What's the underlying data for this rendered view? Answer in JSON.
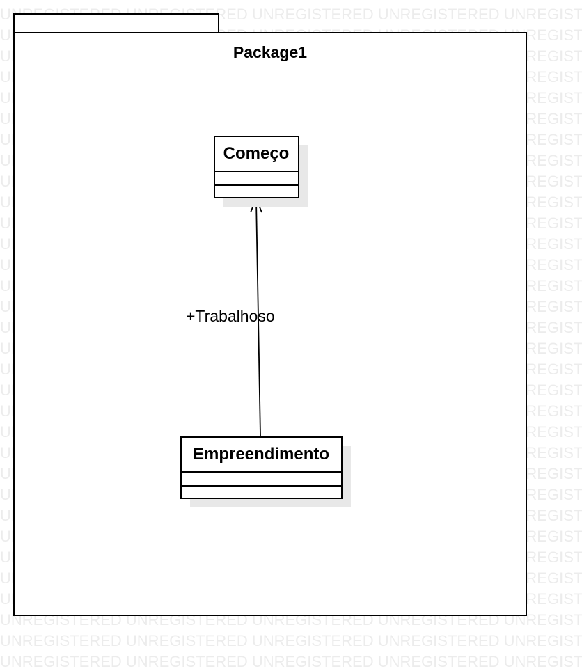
{
  "watermark": {
    "text": "UNREGISTERED UNREGISTERED UNREGISTERED UNREGISTERED UNREGISTERED"
  },
  "package": {
    "name": "Package1"
  },
  "classes": {
    "comeco": {
      "name": "Começo",
      "attributes": [],
      "operations": []
    },
    "empreendimento": {
      "name": "Empreendimento",
      "attributes": [],
      "operations": []
    }
  },
  "association": {
    "role": "+Trabalhoso",
    "source": "Empreendimento",
    "target": "Começo",
    "navigable_end": "Começo"
  },
  "colors": {
    "stroke": "#000000",
    "watermark": "#ececec",
    "shadow": "#e8e8e8"
  }
}
